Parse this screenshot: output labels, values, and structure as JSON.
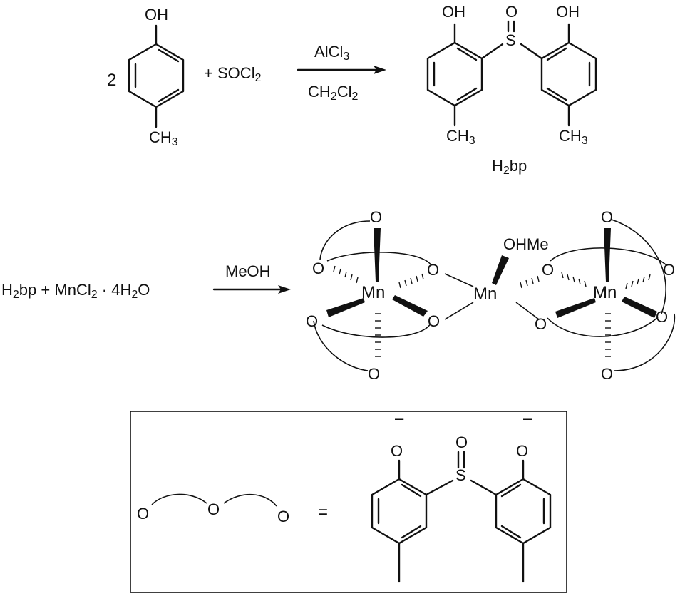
{
  "reaction1": {
    "coefficient": "2",
    "reactant_oh": "OH",
    "reactant_ch3": "CH3",
    "plus_reagent": "+ SOCl2",
    "catalyst": "AlCl3",
    "solvent": "CH2Cl2",
    "product": {
      "oh_left": "OH",
      "oh_right": "OH",
      "sulfur": "S",
      "sulfoxide_o": "O",
      "ch3_left": "CH3",
      "ch3_right": "CH3",
      "name": "H2bp"
    }
  },
  "reaction2": {
    "reactants": "H2bp + MnCl2 · 4H2O",
    "reagent": "MeOH",
    "complex": {
      "metal_left": "Mn",
      "metal_center": "Mn",
      "metal_right": "Mn",
      "methanol": "OHMe",
      "oxygen": "O"
    }
  },
  "legend": {
    "oxygen": "O",
    "equals": "=",
    "charge": "–",
    "sulfur": "S",
    "sulfoxide_o": "O"
  }
}
